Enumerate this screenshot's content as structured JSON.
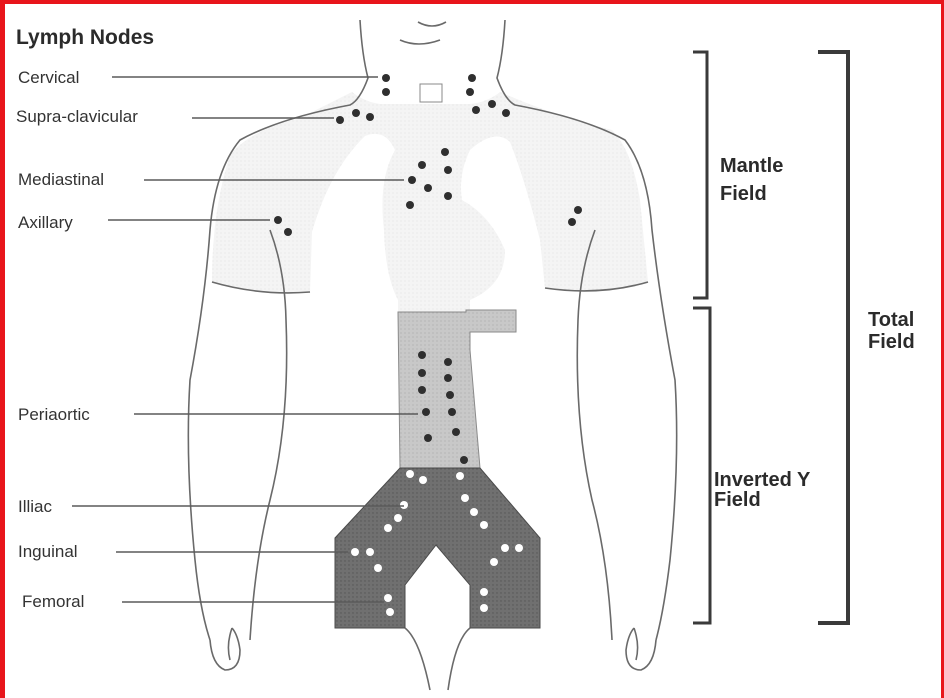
{
  "title": "Lymph Nodes",
  "labels": {
    "cervical": "Cervical",
    "supraclavicular": "Supra-clavicular",
    "mediastinal": "Mediastinal",
    "axillary": "Axillary",
    "periaortic": "Periaortic",
    "illiac": "Illiac",
    "inguinal": "Inguinal",
    "femoral": "Femoral"
  },
  "fields": {
    "mantle_line1": "Mantle",
    "mantle_line2": "Field",
    "inverted_line1": "Inverted Y",
    "inverted_line2": "Field",
    "total_line1": "Total",
    "total_line2": "Field"
  },
  "colors": {
    "frame": "#e8151b",
    "mantle_fill": "#f1f1f1",
    "periaortic_fill": "#c9c9c9",
    "inverted_y_fill": "#6f6f6f",
    "node_dark": "#2f2f2f",
    "node_light": "#ffffff"
  }
}
